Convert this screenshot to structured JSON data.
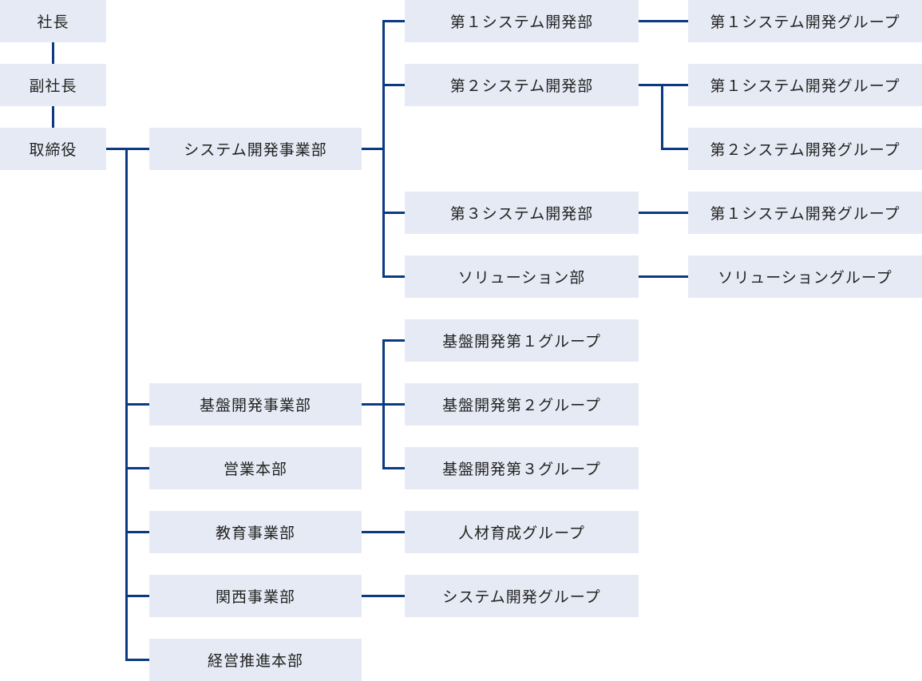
{
  "chart_title": "",
  "line_color": "#0b3a82",
  "box_color": "#e6eaf4",
  "executives": [
    "社長",
    "副社長",
    "取締役"
  ],
  "divisions": [
    "システム開発事業部",
    "基盤開発事業部",
    "営業本部",
    "教育事業部",
    "関西事業部",
    "経営推進本部"
  ],
  "departments": [
    "第１システム開発部",
    "第２システム開発部",
    "第３システム開発部",
    "ソリューション部",
    "基盤開発第１グループ",
    "基盤開発第２グループ",
    "基盤開発第３グループ",
    "人材育成グループ",
    "システム開発グループ"
  ],
  "groups": [
    "第１システム開発グループ",
    "第１システム開発グループ",
    "第２システム開発グループ",
    "第１システム開発グループ",
    "ソリューショングループ"
  ]
}
